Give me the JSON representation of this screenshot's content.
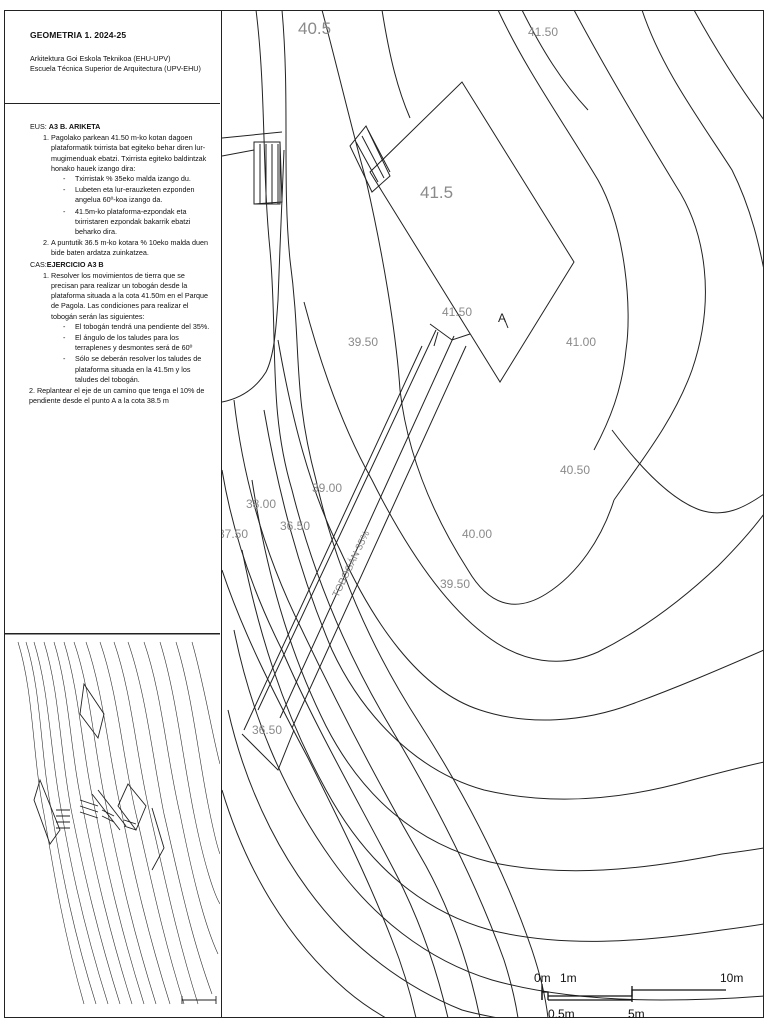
{
  "title_block": {
    "course": "GEOMETRIA 1. 2024-25",
    "school_eu": "Arkitektura Goi Eskola Teknikoa (EHU-UPV)",
    "school_es": "Escuela Técnica Superior de Arquitectura (UPV-EHU)"
  },
  "eus": {
    "prefix": "EUS:",
    "heading": "A3 B. ARIKETA",
    "item1": "Pagolako parkean 41.50 m-ko kotan dagoen plataformatik txirrista bat egiteko behar diren lur-mugimenduak ebatzi. Txirrista egiteko baldintzak honako hauek izango dira:",
    "sub": [
      "Txirristak % 35eko malda izango du.",
      "Lubeten eta lur-erauzketen ezponden angelua 60º-koa izango da.",
      "41.5m-ko plataforma-ezpondak eta txirristaren ezpondak bakarrik ebatzi beharko dira."
    ],
    "item2": "A puntutik 36.5 m-ko kotara % 10eko malda duen bide baten ardatza zuinkatzea."
  },
  "cas": {
    "prefix": "CAS:",
    "heading": "EJERCICIO A3 B",
    "item1": "Resolver los movimientos de tierra que se precisan para realizar un tobogán desde la plataforma situada a la cota 41.50m en el  Parque de Pagola. Las condiciones para realizar el tobogán serán las siguientes:",
    "sub": [
      "El tobogán tendrá una pendiente del 35%.",
      "El ángulo de los taludes para los terraplenes y desmontes será de 60º",
      "Sólo se deberán resolver los taludes de plataforma situada en la 41.5m y los taludes del tobogán."
    ],
    "item2": "2. Replantear el eje de un camino que tenga el 10% de pendiente desde el punto A a la cota 38.5 m"
  },
  "map": {
    "contour_labels": {
      "c40_5_top": "40.5",
      "c41_5_top": "41.50",
      "platform": "41.5",
      "c41_50": "41.50",
      "c41_00": "41.00",
      "c40_50": "40.50",
      "c40_00": "40.00",
      "c39_50a": "39.50",
      "c39_50b": "39.50",
      "c39_00": "39.00",
      "c38_00": "38.00",
      "c37_50": "37.50",
      "c36_50a": "36.50",
      "c36_50b": "36.50"
    },
    "point_a": "A",
    "slide_label": "TOBOGÁN 35%"
  },
  "scale_bar": {
    "label_0": "0m",
    "label_1": "1m",
    "label_10": "10m",
    "label_05": "0.5m",
    "label_5": "5m"
  }
}
